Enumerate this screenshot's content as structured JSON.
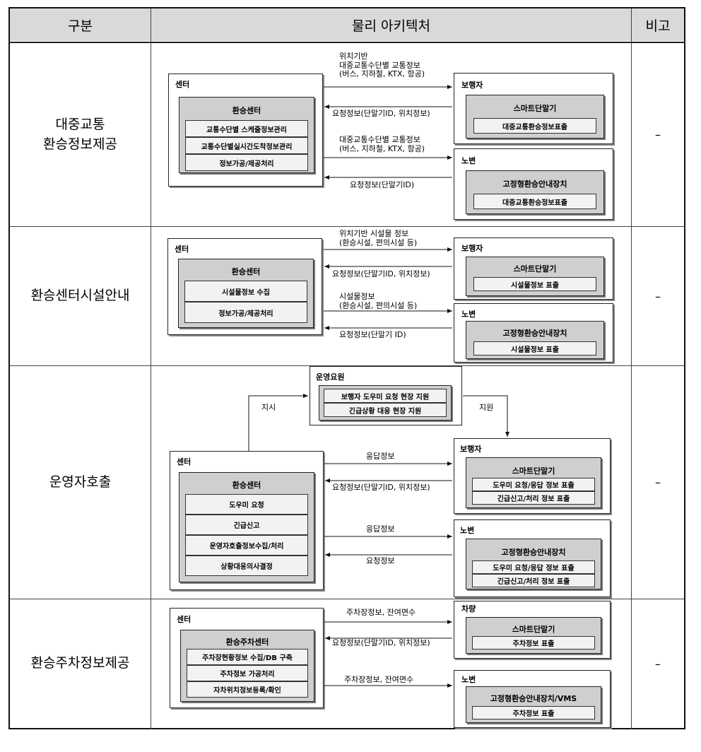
{
  "header": {
    "col1": "구분",
    "col2": "물리 아키텍처",
    "col3": "비고"
  },
  "rows": [
    {
      "category": [
        "대중교통",
        "환승정보제공"
      ],
      "note": "–",
      "center": {
        "label": "센터",
        "title": "환승센터",
        "items": [
          "교통수단별 스케줄정보관리",
          "교통수단별실시간도착정보관리",
          "정보가공/제공처리"
        ]
      },
      "right": [
        {
          "label": "보행자",
          "title": "스마트단말기",
          "items": [
            "대중교통환승정보표출"
          ]
        },
        {
          "label": "노변",
          "title": "고정형환승안내장치",
          "items": [
            "대중교통환승정보표출"
          ]
        }
      ],
      "arrows": [
        [
          "위치기반",
          "대중교통수단별 교통정보",
          "(버스, 지하철, KTX, 항공)"
        ],
        [
          "요청정보(단말기ID, 위치정보)"
        ],
        [
          "대중교통수단별 교통정보",
          "(버스, 지하철, KTX, 항공)"
        ],
        [
          "요청정보(단말기ID)"
        ]
      ]
    },
    {
      "category": [
        "환승센터시설안내"
      ],
      "note": "–",
      "center": {
        "label": "센터",
        "title": "환승센터",
        "items": [
          "시설물정보 수집",
          "정보가공/제공처리"
        ]
      },
      "right": [
        {
          "label": "보행자",
          "title": "스마트단말기",
          "items": [
            "시설물정보 표출"
          ]
        },
        {
          "label": "노변",
          "title": "고정형환승안내장치",
          "items": [
            "시설물정보 표출"
          ]
        }
      ],
      "arrows": [
        [
          "위치기반 시설물 정보",
          "(환승시설, 편의시설 등)"
        ],
        [
          "요청정보(단말기ID, 위치정보)"
        ],
        [
          "시설물정보",
          "(환승시설, 편의시설 등)"
        ],
        [
          "요청정보(단말기 ID)"
        ]
      ]
    },
    {
      "category": [
        "운영자호출"
      ],
      "note": "–",
      "operator": {
        "label": "운영요원",
        "items": [
          "보행자 도우미 요청 현장 지원",
          "긴급상황 대응 현장 지원"
        ]
      },
      "command_label": "지시",
      "support_label": "지원",
      "center": {
        "label": "센터",
        "title": "환승센터",
        "items": [
          "도우미 요청",
          "긴급신고",
          "운영자호출정보수집/처리",
          "상황대응의사결정"
        ]
      },
      "right": [
        {
          "label": "보행자",
          "title": "스마트단말기",
          "items": [
            "도우미 요청/응답 정보 표출",
            "긴급신고/처리 정보 표출"
          ]
        },
        {
          "label": "노변",
          "title": "고정형환승안내장치",
          "items": [
            "도우미 요청/응답 정보 표출",
            "긴급신고/처리 정보 표출"
          ]
        }
      ],
      "arrows": [
        [
          "응답정보"
        ],
        [
          "요청정보(단말기ID, 위치정보)"
        ],
        [
          "응답정보"
        ],
        [
          "요청정보"
        ]
      ]
    },
    {
      "category": [
        "환승주차정보제공"
      ],
      "note": "–",
      "center": {
        "label": "센터",
        "title": "환승주차센터",
        "items": [
          "주차장현황정보 수집/DB 구축",
          "주차정보 가공처리",
          "자차위치정보등록/확인"
        ]
      },
      "right": [
        {
          "label": "차량",
          "title": "스마트단말기",
          "items": [
            "주차정보 표출"
          ]
        },
        {
          "label": "노변",
          "title": "고정형환승안내장치/VMS",
          "items": [
            "주차정보 표출"
          ]
        }
      ],
      "arrows": [
        [
          "주차장정보, 잔여면수"
        ],
        [
          "요청정보(단말기ID, 위치정보)"
        ],
        [
          "주차장정보, 잔여면수"
        ]
      ]
    }
  ]
}
